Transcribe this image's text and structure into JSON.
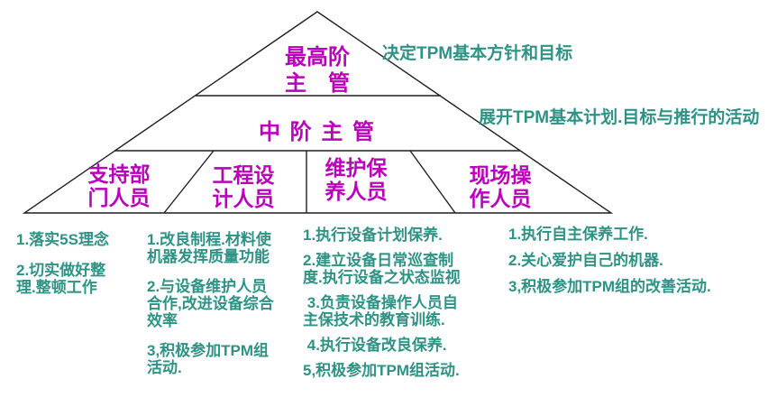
{
  "colors": {
    "role_label_magenta": "#BB00BB",
    "text_teal": "#2E9285",
    "outline_black": "#1F1F1F",
    "background": "#FFFFFF"
  },
  "pyramid": {
    "tier1": {
      "line1": "最高阶",
      "line2": "主　管",
      "annotation": "决定TPM基本方针和目标"
    },
    "tier2": {
      "label": "中 阶 主 管",
      "annotation": "展开TPM基本计划.目标与推行的活动"
    },
    "tier3": [
      {
        "line1": "支持部",
        "line2": "门人员",
        "duties": [
          "1.落实5S理念",
          "2.切实做好整理.整顿工作"
        ]
      },
      {
        "line1": "工程设",
        "line2": "计人员",
        "duties": [
          "1.改良制程.材料使机器发挥质量功能",
          "2.与设备维护人员合作,改进设备综合效率",
          "3,积极参加TPM组活动."
        ]
      },
      {
        "line1": "维护保",
        "line2": "养人员",
        "duties": [
          "1.执行设备计划保养.",
          "2.建立设备日常巡查制度.执行设备之状态监视",
          " 3.负责设备操作人员自主保技术的教育训练.",
          " 4.执行设备改良保养.",
          "5,积极参加TPM组活动."
        ]
      },
      {
        "line1": "现场操",
        "line2": "作人员",
        "duties": [
          "1.执行自主保养工作.",
          "2.关心爱护自己的机器.",
          "3,积极参加TPM组的改善活动."
        ]
      }
    ]
  }
}
